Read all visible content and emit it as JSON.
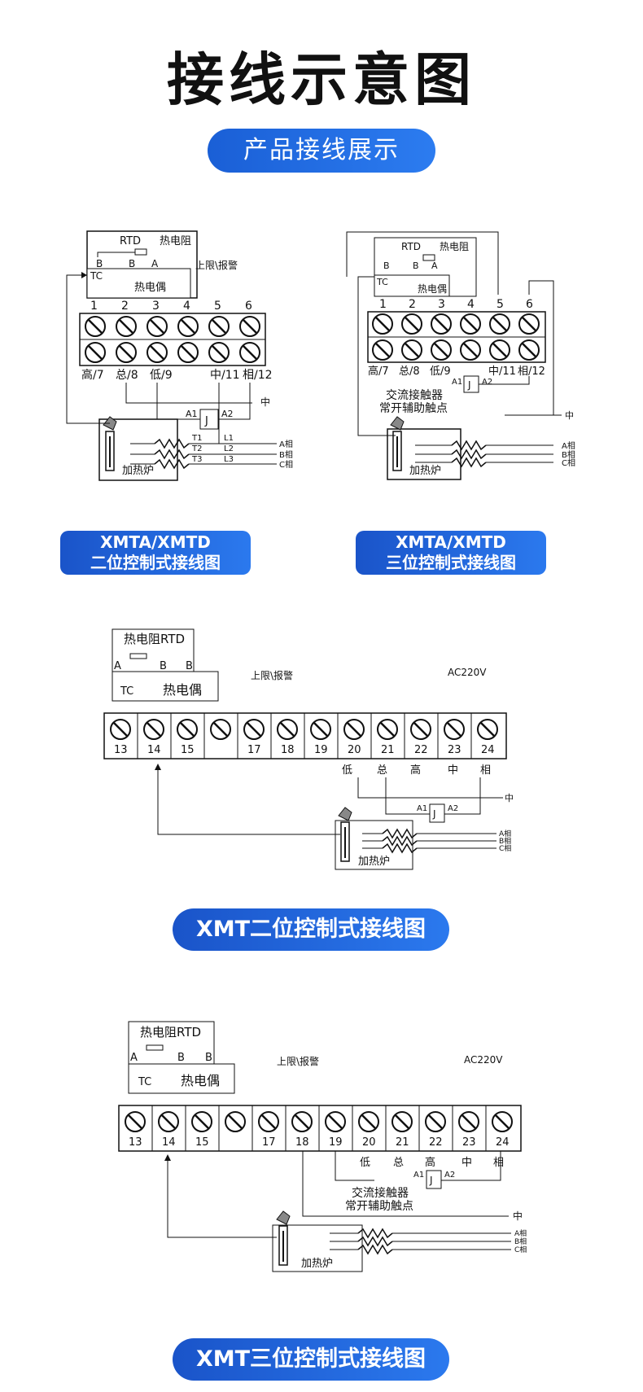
{
  "page": {
    "title": "接线示意图",
    "subtitle": "产品接线展示"
  },
  "diagram1": {
    "caption_line1": "XMTA/XMTD",
    "caption_line2": "二位控制式接线图",
    "rtd": "RTD",
    "rtd_cn": "热电阻",
    "tc": "TC",
    "tc_cn": "热电偶",
    "upper_alarm": "上限\\报警",
    "terminals": [
      "1",
      "2",
      "3",
      "4",
      "5",
      "6"
    ],
    "bottom_labels": [
      "高/7",
      "总/8",
      "低/9",
      "中/11",
      "相/12"
    ],
    "neutral": "中",
    "relay": "J",
    "a1": "A1",
    "a2": "A2",
    "phases": [
      "A相",
      "B相",
      "C相"
    ],
    "t_labels": [
      "T1",
      "T2",
      "T3"
    ],
    "l_labels": [
      "L1",
      "L2",
      "L3"
    ],
    "furnace": "加热炉"
  },
  "diagram2": {
    "caption_line1": "XMTA/XMTD",
    "caption_line2": "三位控制式接线图",
    "contactor1": "交流接触器",
    "contactor2": "常开辅助触点"
  },
  "diagram3": {
    "caption": "XMT二位控制式接线图",
    "rtd_full": "热电阻RTD",
    "tc_cn": "热电偶",
    "ac": "AC220V",
    "terminals": [
      "13",
      "14",
      "15",
      "",
      "17",
      "18",
      "19",
      "20",
      "21",
      "22",
      "23",
      "24"
    ],
    "lower_labels": [
      "低",
      "总",
      "高",
      "中",
      "相"
    ]
  },
  "diagram4": {
    "caption": "XMT三位控制式接线图"
  }
}
